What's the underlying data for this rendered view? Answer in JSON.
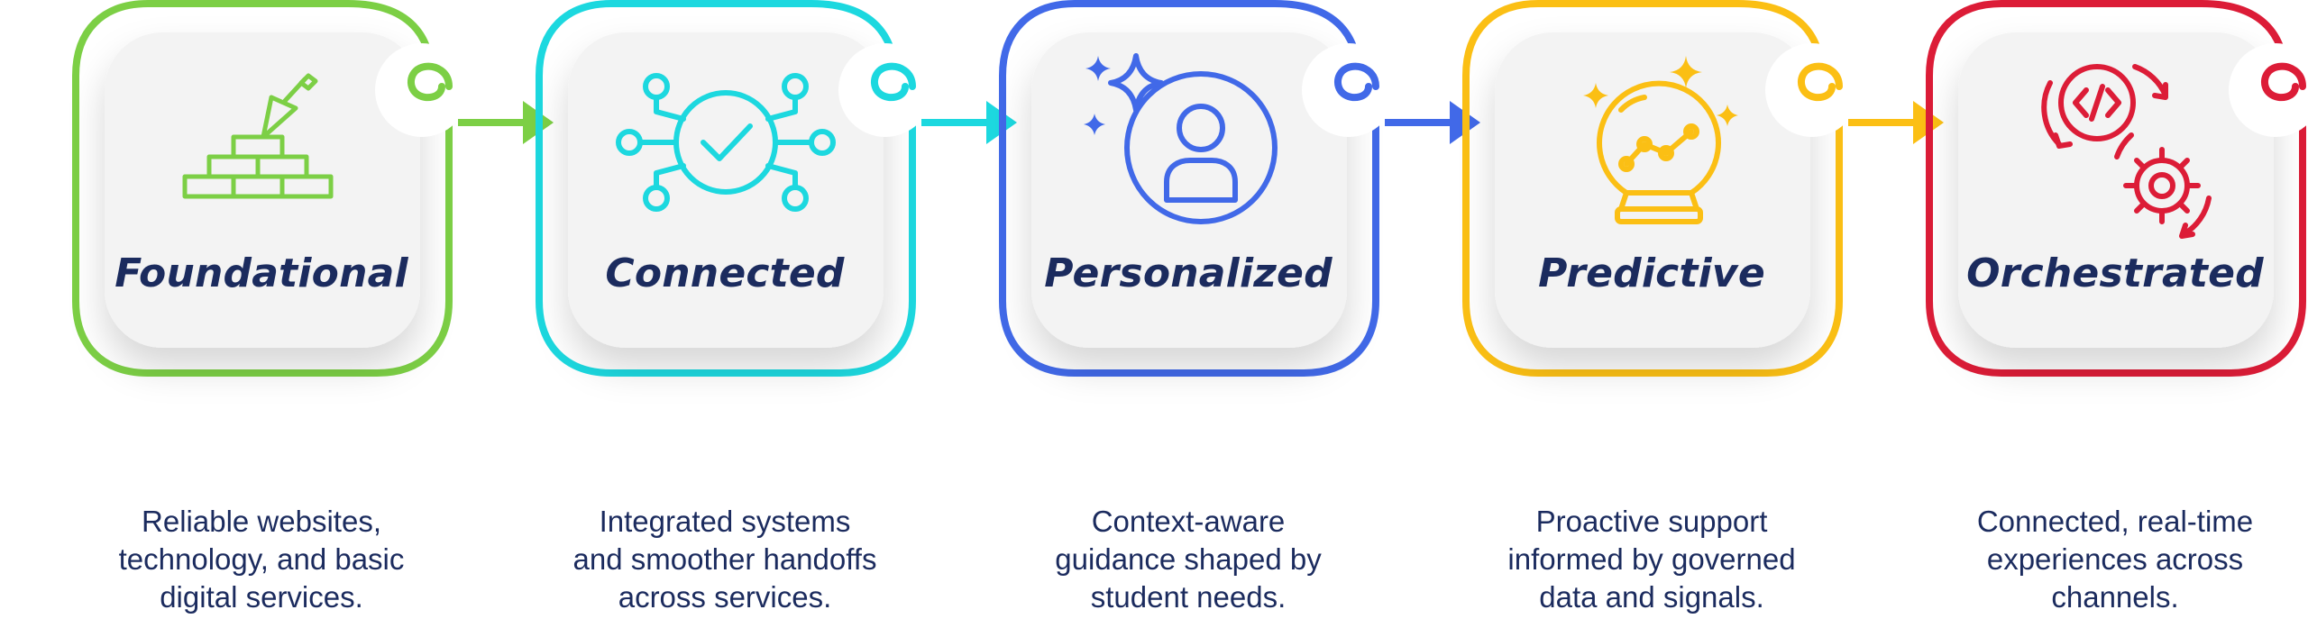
{
  "steps": [
    {
      "title": "Foundational",
      "desc": [
        "Reliable websites,",
        "technology, and basic",
        "digital services."
      ],
      "color": "#7ccf45",
      "icon": "bricks-trowel-icon"
    },
    {
      "title": "Connected",
      "desc": [
        "Integrated systems",
        "and smoother handoffs",
        "across services."
      ],
      "color": "#1cd8df",
      "icon": "network-check-icon"
    },
    {
      "title": "Personalized",
      "desc": [
        "Context-aware",
        "guidance shaped by",
        "student needs."
      ],
      "color": "#4169e8",
      "icon": "user-sparkle-icon"
    },
    {
      "title": "Predictive",
      "desc": [
        "Proactive support",
        "informed by governed",
        "data and signals."
      ],
      "color": "#fbbf14",
      "icon": "crystal-ball-chart-icon"
    },
    {
      "title": "Orchestrated",
      "desc": [
        "Connected, real-time",
        "experiences across",
        "channels."
      ],
      "color": "#dc1c37",
      "icon": "code-gear-cycle-icon"
    }
  ]
}
